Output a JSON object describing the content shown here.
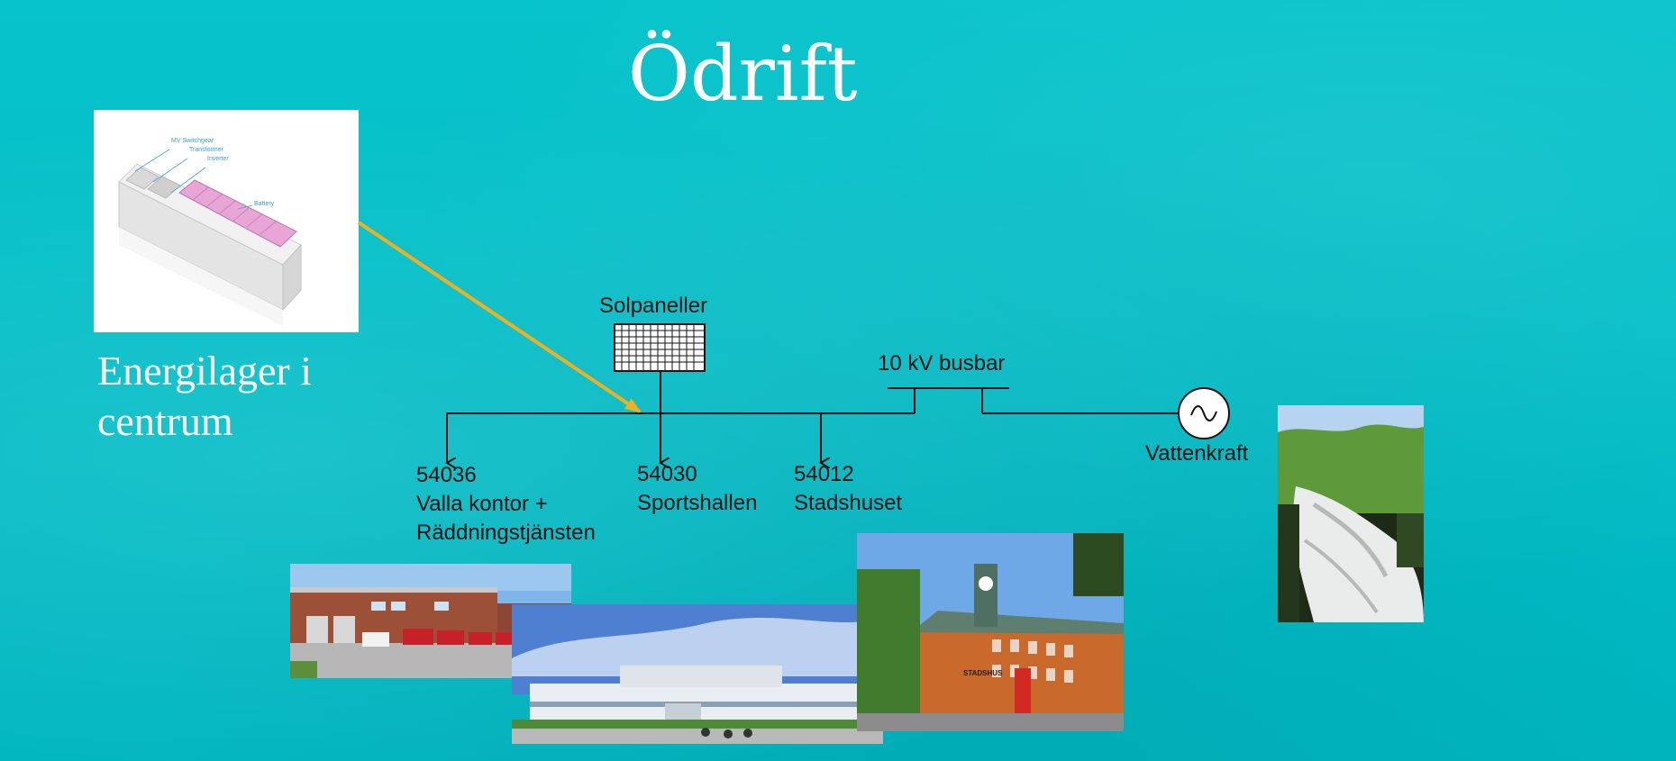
{
  "title": "Ödrift",
  "storage": {
    "caption_line1": "Energilager i",
    "caption_line2": "centrum",
    "photo_labels": [
      "MV Switchgear",
      "Transformer",
      "Inverter",
      "Battery"
    ]
  },
  "diagram": {
    "solar_label": "Solpaneller",
    "busbar_label": "10 kV busbar",
    "hydro_label": "Vattenkraft",
    "loads": [
      {
        "id": "54036",
        "lines": [
          "Valla kontor +",
          "Räddningstjänsten"
        ]
      },
      {
        "id": "54030",
        "lines": [
          "Sportshallen"
        ]
      },
      {
        "id": "54012",
        "lines": [
          "Stadshuset"
        ]
      }
    ]
  },
  "photos": {
    "town_hall_sign": "STADSHUS"
  },
  "colors": {
    "background": "#00bfc8",
    "arrow": "#f2b01e",
    "line": "#111111",
    "text_light": "#ffffff"
  }
}
